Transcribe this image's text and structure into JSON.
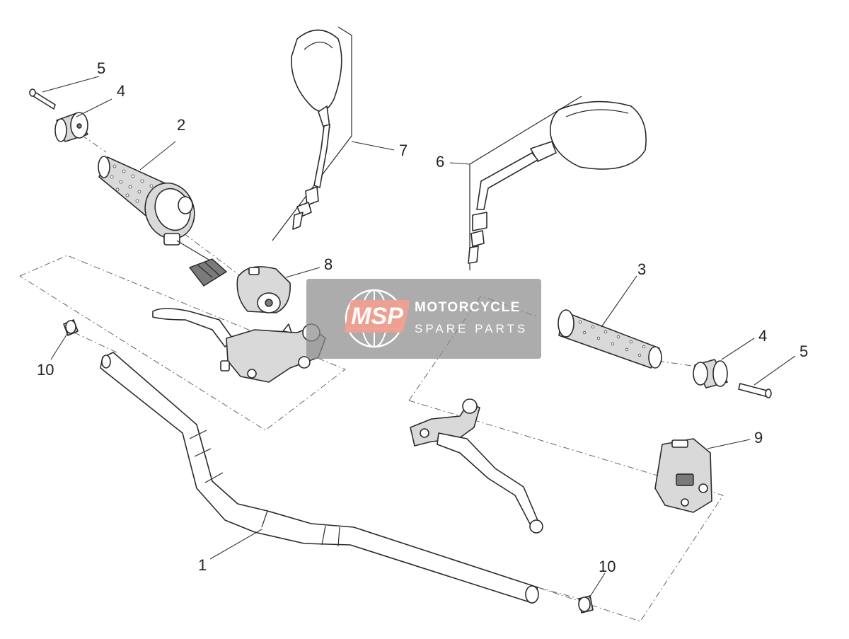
{
  "diagram": {
    "callouts": {
      "c1": "1",
      "c2": "2",
      "c3": "3",
      "c4_left": "4",
      "c4_right": "4",
      "c5_left": "5",
      "c5_right": "5",
      "c6": "6",
      "c7": "7",
      "c8": "8",
      "c9": "9",
      "c10_left": "10",
      "c10_right": "10"
    }
  },
  "watermark": {
    "logo_text": "MSP",
    "line1": "MOTORCYCLE",
    "line2": "SPARE PARTS",
    "logo_color": "#f0a090"
  }
}
